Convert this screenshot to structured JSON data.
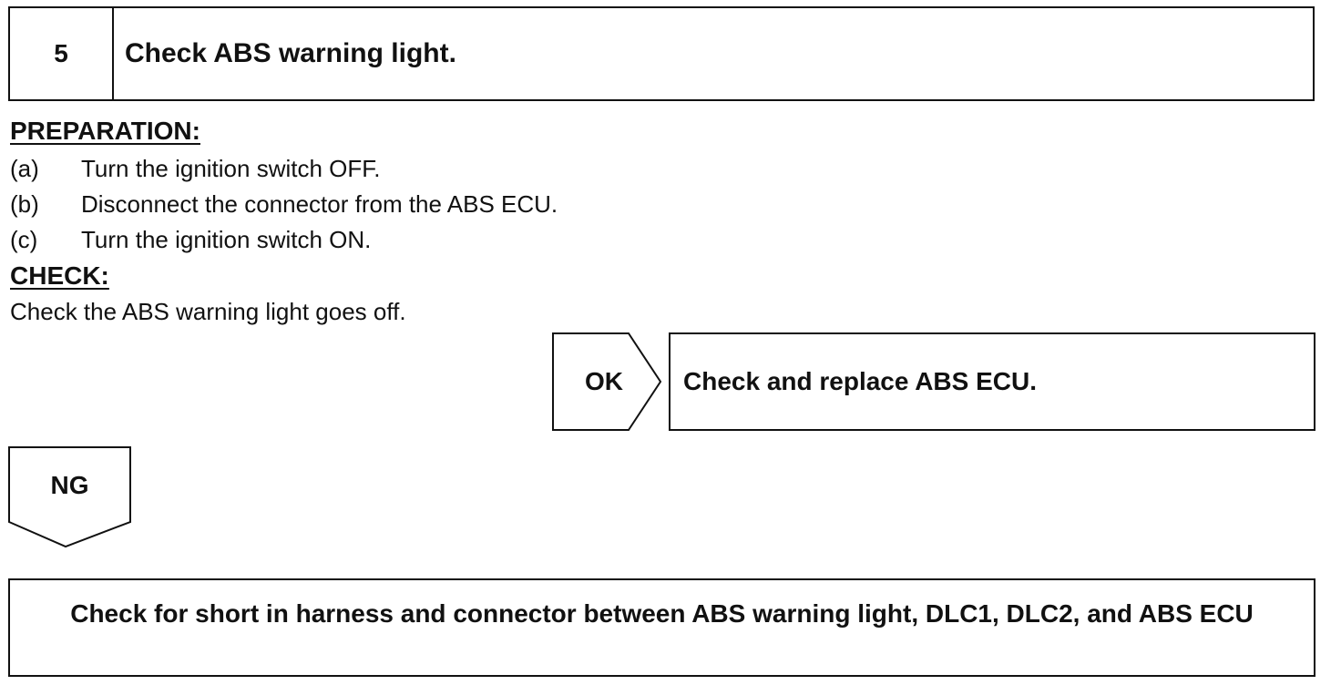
{
  "step": {
    "number": "5",
    "title": "Check ABS warning light."
  },
  "preparation": {
    "heading": "PREPARATION:",
    "items": [
      {
        "marker": "(a)",
        "text": "Turn the ignition switch OFF."
      },
      {
        "marker": "(b)",
        "text": "Disconnect the connector from the ABS ECU."
      },
      {
        "marker": "(c)",
        "text": "Turn the ignition switch ON."
      }
    ]
  },
  "check": {
    "heading": "CHECK:",
    "text": "Check the ABS warning light goes off."
  },
  "ok_branch": {
    "label": "OK",
    "result": "Check and replace ABS ECU."
  },
  "ng_branch": {
    "label": "NG",
    "result": "Check for short in harness and connector between ABS warning light, DLC1, DLC2, and ABS ECU"
  }
}
